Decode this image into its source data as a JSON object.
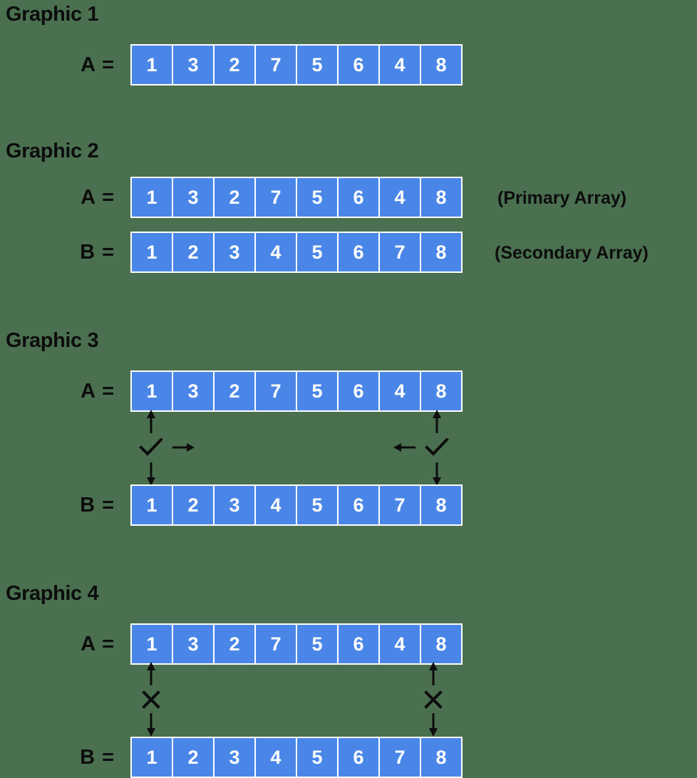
{
  "background_color": "#4a7050",
  "cell_color": "#4a86e8",
  "cell_border_color": "#ffffff",
  "text_color": "#0d0d0d",
  "sections": [
    {
      "title": "Graphic 1",
      "arrays": [
        {
          "label": "A =",
          "values": [
            "1",
            "3",
            "2",
            "7",
            "5",
            "6",
            "4",
            "8"
          ]
        }
      ],
      "notes": [],
      "markers": []
    },
    {
      "title": "Graphic 2",
      "arrays": [
        {
          "label": "A =",
          "values": [
            "1",
            "3",
            "2",
            "7",
            "5",
            "6",
            "4",
            "8"
          ],
          "note": "(Primary Array)"
        },
        {
          "label": "B =",
          "values": [
            "1",
            "2",
            "3",
            "4",
            "5",
            "6",
            "7",
            "8"
          ],
          "note": "(Secondary Array)"
        }
      ],
      "notes": [
        "(Primary Array)",
        "(Secondary Array)"
      ],
      "markers": []
    },
    {
      "title": "Graphic 3",
      "arrays": [
        {
          "label": "A =",
          "values": [
            "1",
            "3",
            "2",
            "7",
            "5",
            "6",
            "4",
            "8"
          ]
        },
        {
          "label": "B =",
          "values": [
            "1",
            "2",
            "3",
            "4",
            "5",
            "6",
            "7",
            "8"
          ]
        }
      ],
      "markers": [
        {
          "side": "left",
          "column": 1,
          "up": "arrow-up",
          "mark": "check",
          "lateral": "arrow-right",
          "down": "arrow-down"
        },
        {
          "side": "right",
          "column": 8,
          "up": "arrow-up",
          "mark": "check",
          "lateral": "arrow-left",
          "down": "arrow-down"
        }
      ]
    },
    {
      "title": "Graphic 4",
      "arrays": [
        {
          "label": "A =",
          "values": [
            "1",
            "3",
            "2",
            "7",
            "5",
            "6",
            "4",
            "8"
          ]
        },
        {
          "label": "B =",
          "values": [
            "1",
            "2",
            "3",
            "4",
            "5",
            "6",
            "7",
            "8"
          ]
        }
      ],
      "markers": [
        {
          "side": "left",
          "column": 1,
          "up": "arrow-up",
          "mark": "cross",
          "lateral": null,
          "down": "arrow-down"
        },
        {
          "side": "right",
          "column": 8,
          "up": "arrow-up",
          "mark": "cross",
          "lateral": null,
          "down": "arrow-down"
        }
      ]
    }
  ],
  "g1": {
    "title": "Graphic 1",
    "a_label": "A =",
    "a": [
      "1",
      "3",
      "2",
      "7",
      "5",
      "6",
      "4",
      "8"
    ]
  },
  "g2": {
    "title": "Graphic 2",
    "a_label": "A =",
    "b_label": "B =",
    "a": [
      "1",
      "3",
      "2",
      "7",
      "5",
      "6",
      "4",
      "8"
    ],
    "b": [
      "1",
      "2",
      "3",
      "4",
      "5",
      "6",
      "7",
      "8"
    ],
    "a_note": "(Primary Array)",
    "b_note": "(Secondary Array)"
  },
  "g3": {
    "title": "Graphic 3",
    "a_label": "A =",
    "b_label": "B =",
    "a": [
      "1",
      "3",
      "2",
      "7",
      "5",
      "6",
      "4",
      "8"
    ],
    "b": [
      "1",
      "2",
      "3",
      "4",
      "5",
      "6",
      "7",
      "8"
    ]
  },
  "g4": {
    "title": "Graphic 4",
    "a_label": "A =",
    "b_label": "B =",
    "a": [
      "1",
      "3",
      "2",
      "7",
      "5",
      "6",
      "4",
      "8"
    ],
    "b": [
      "1",
      "2",
      "3",
      "4",
      "5",
      "6",
      "7",
      "8"
    ]
  }
}
